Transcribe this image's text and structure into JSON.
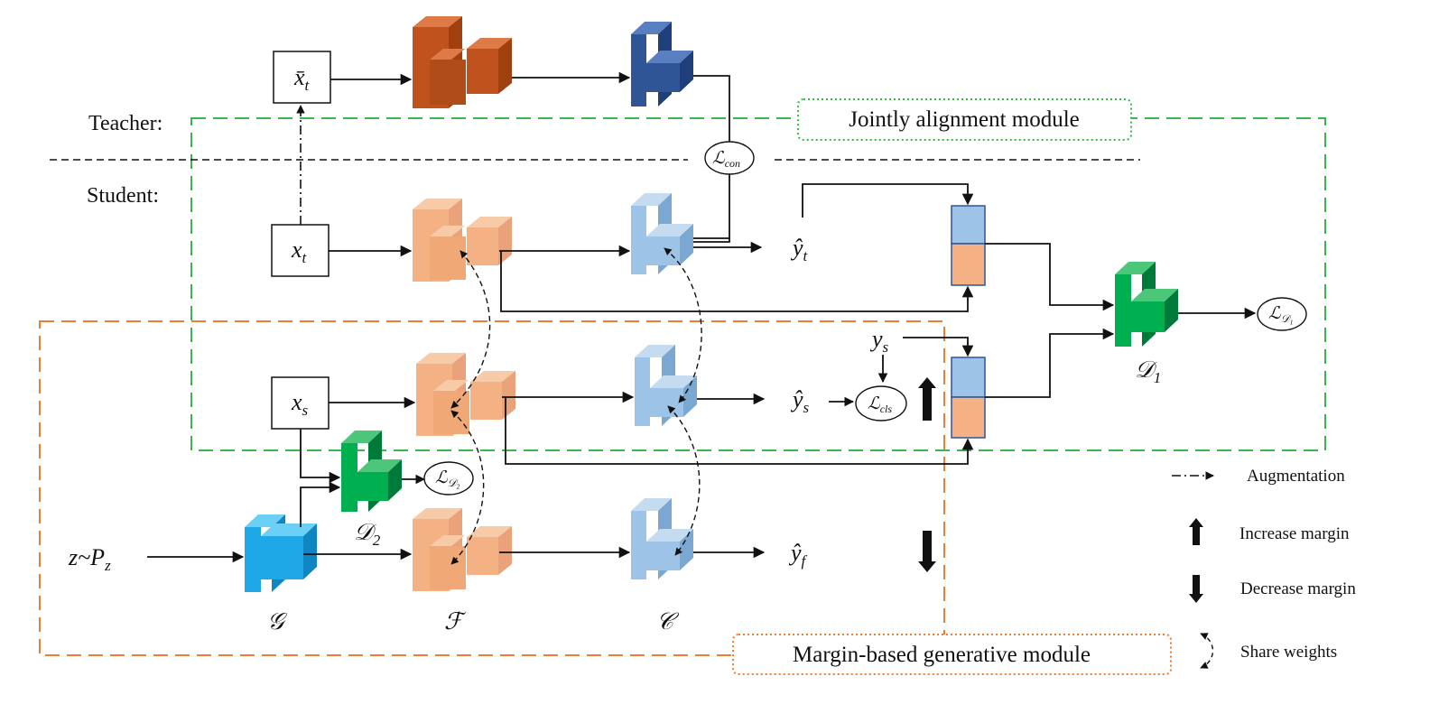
{
  "labels": {
    "teacher": "Teacher:",
    "student": "Student:"
  },
  "modules": {
    "alignment": "Jointly alignment module",
    "generative": "Margin-based generative module"
  },
  "inputs": {
    "xt_bar": {
      "main": "x̄",
      "sub": "t"
    },
    "xt": {
      "main": "x",
      "sub": "t"
    },
    "xs": {
      "main": "x",
      "sub": "s"
    },
    "noise": {
      "main": "z~P",
      "sub": "z"
    }
  },
  "outputs": {
    "yt_hat": {
      "main": "ŷ",
      "sub": "t"
    },
    "ys_hat": {
      "main": "ŷ",
      "sub": "s"
    },
    "yf_hat": {
      "main": "ŷ",
      "sub": "f"
    },
    "ys": {
      "main": "y",
      "sub": "s"
    }
  },
  "losses": {
    "con": {
      "main": "ℒ",
      "sub": "con"
    },
    "cls": {
      "main": "ℒ",
      "sub": "cls"
    },
    "d1": {
      "main": "ℒ",
      "sub": "𝒟₁"
    },
    "d2": {
      "main": "ℒ",
      "sub": "𝒟₂"
    }
  },
  "networks": {
    "G": "𝒢",
    "F": "ℱ",
    "C": "𝒞",
    "D1": {
      "main": "𝒟",
      "sub": "1"
    },
    "D2": {
      "main": "𝒟",
      "sub": "2"
    }
  },
  "legend": {
    "augmentation": "Augmentation",
    "increase": "Increase margin",
    "decrease": "Decrease margin",
    "share": "Share weights"
  },
  "colors": {
    "teacher_feature": "#c0531d",
    "teacher_classifier": "#2f5597",
    "student_feature": "#f4b183",
    "student_classifier": "#9dc3e6",
    "discriminator": "#00b050",
    "generator": "#1fa8e8",
    "alignment_border": "#3cb54a",
    "generative_border": "#ed7d31",
    "feature_bar_blue": "#9dc3e6",
    "feature_bar_orange": "#f4b183"
  }
}
